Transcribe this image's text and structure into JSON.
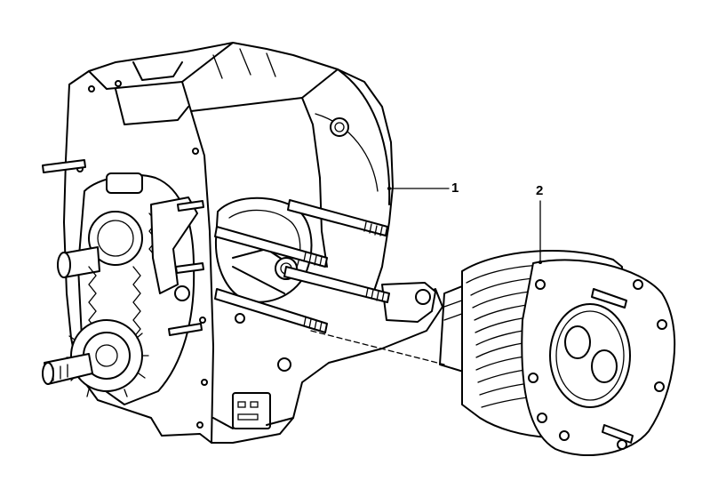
{
  "callouts": [
    {
      "label": "1",
      "part": "crankcase"
    },
    {
      "label": "2",
      "part": "cylinder"
    }
  ],
  "icons": [
    "crankcase-drawing",
    "cylinder-drawing",
    "timing-chain-drawing",
    "stud-drawing"
  ]
}
